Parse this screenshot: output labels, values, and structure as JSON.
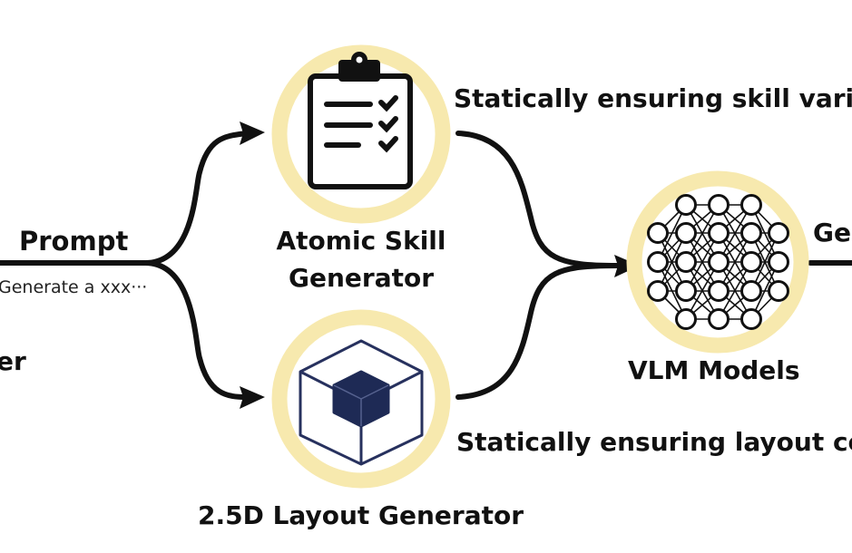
{
  "colors": {
    "ring": "#f7e9ae",
    "ring_inner": "#ffffff",
    "ink": "#111111",
    "cube_dark": "#1e2a55",
    "cube_line": "#27315e"
  },
  "left": {
    "prompt_label": "Prompt",
    "prompt_example": "Generate a xxx···",
    "cut_label": "er"
  },
  "nodes": {
    "skill": {
      "icon": "clipboard-checklist-icon",
      "label_line1": "Atomic Skill",
      "label_line2": "Generator",
      "note": "Statically ensuring skill varie"
    },
    "layout": {
      "icon": "nested-cube-icon",
      "label": "2.5D Layout Generator",
      "note": "Statically ensuring layout co"
    },
    "vlm": {
      "icon": "neural-network-icon",
      "label": "VLM Models",
      "out_label": "Ge"
    }
  }
}
